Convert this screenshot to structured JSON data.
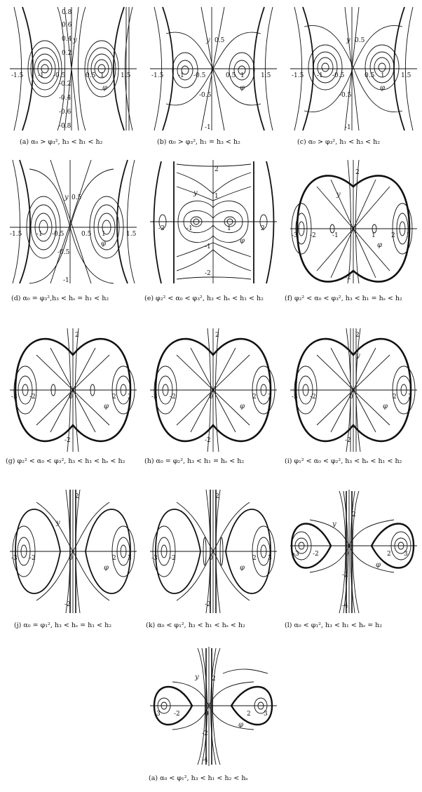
{
  "figure": {
    "panels": [
      {
        "id": "a",
        "caption": "(a)  α₀ > φ₃², h₃ < h₁ < h₂",
        "xticks": [
          "-1.5",
          "-1",
          "-0.5",
          "0.5",
          "1",
          "1.5"
        ],
        "yticks": [
          "0.8",
          "0.6",
          "0.4",
          "0.2",
          "-0.2",
          "-0.4",
          "-0.6",
          "-0.8"
        ],
        "axis_x": "φ",
        "axis_y": "y"
      },
      {
        "id": "b",
        "caption": "(b)  α₀ > φ₃², h₁ = h₃ < h₂",
        "xticks": [
          "-1.5",
          "-1",
          "-0.5",
          "0.5",
          "1",
          "1.5"
        ],
        "yticks": [
          "0.5",
          "-0.5",
          "-1"
        ],
        "axis_x": "φ",
        "axis_y": "y"
      },
      {
        "id": "c",
        "caption": "(c)  α₀ > φ₃², h₁ < h₃ < h₂",
        "xticks": [
          "-1.5",
          "-1",
          "-0.5",
          "0.5",
          "1",
          "1.5"
        ],
        "yticks": [
          "0.5",
          "-0.5",
          "-1"
        ],
        "axis_x": "φ",
        "axis_y": "y"
      },
      {
        "id": "d",
        "caption": "(d)  α₀ = φ₃²,h₃ < hₛ = h₁ < h₂",
        "xticks": [
          "-1.5",
          "-1",
          "-0.5",
          "0.5",
          "1",
          "1.5"
        ],
        "yticks": [
          "0.5",
          "-0.5",
          "-1"
        ],
        "axis_x": "φ",
        "axis_y": "y"
      },
      {
        "id": "e",
        "caption": "(e)  φ₂² < α₀ < φ₃², h₃ < hₛ < h₁ < h₂",
        "xticks": [
          "-2",
          "-1",
          "1",
          "2"
        ],
        "yticks": [
          "2",
          "1",
          "-1",
          "-2"
        ],
        "axis_x": "φ",
        "axis_y": "y"
      },
      {
        "id": "f",
        "caption": "(f)  φ₂² < α₀ < φ₃², h₃ < h₁ = hₛ < h₂",
        "xticks": [
          "-3",
          "-2",
          "-1",
          "1",
          "2",
          "3"
        ],
        "yticks": [
          "2",
          "-2"
        ],
        "axis_x": "φ",
        "axis_y": "y"
      },
      {
        "id": "g",
        "caption": "(g)  φ₂² < α₀ < φ₃², h₃ < h₁ < hₛ < h₂",
        "xticks": [
          "-3",
          "-2",
          "0",
          "2",
          "3"
        ],
        "yticks": [
          "2",
          "-2"
        ],
        "axis_x": "φ",
        "axis_y": "y"
      },
      {
        "id": "h",
        "caption": "(h)  α₀ = φ₂², h₃ < h₁ = hₛ < h₂",
        "xticks": [
          "-3",
          "-2",
          "0",
          "2",
          "3"
        ],
        "yticks": [
          "2",
          "-2"
        ],
        "axis_x": "φ",
        "axis_y": "y"
      },
      {
        "id": "i",
        "caption": "(i)  φ₁² < α₀ < φ₂², h₃ < hₛ < h₁ < h₂",
        "xticks": [
          "-3",
          "-2",
          "0",
          "2",
          "3"
        ],
        "yticks": [
          "2",
          "-2"
        ],
        "axis_x": "φ",
        "axis_y": "y"
      },
      {
        "id": "j",
        "caption": "(j)  α₀ = φ₁², h₃ < hₛ = h₁ < h₂",
        "xticks": [
          "-3",
          "-2",
          "0",
          "2",
          "3"
        ],
        "yticks": [
          "2",
          "-2"
        ],
        "axis_x": "φ",
        "axis_y": "y"
      },
      {
        "id": "k",
        "caption": "(k)  α₀ < φ₁², h₃ < h₁ < hₛ < h₂",
        "xticks": [
          "-3",
          "-2",
          "0",
          "2",
          "3"
        ],
        "yticks": [
          "2",
          "-2"
        ],
        "axis_x": "φ",
        "axis_y": "y"
      },
      {
        "id": "l",
        "caption": "(l)  α₀ < φ₁², h₃ < h₁ < hₛ = h₂",
        "xticks": [
          "-3",
          "-2",
          "0",
          "2",
          "3"
        ],
        "yticks": [
          "2",
          "-2",
          "-4"
        ],
        "axis_x": "φ",
        "axis_y": "y"
      },
      {
        "id": "m",
        "caption": "(a)  α₀ < φ₁², h₃ < h₁ < h₂ < hₛ",
        "xticks": [
          "-3",
          "-2",
          "0",
          "2",
          "3"
        ],
        "yticks": [
          "2",
          "-2",
          "-4"
        ],
        "axis_x": "φ",
        "axis_y": "y"
      }
    ]
  }
}
